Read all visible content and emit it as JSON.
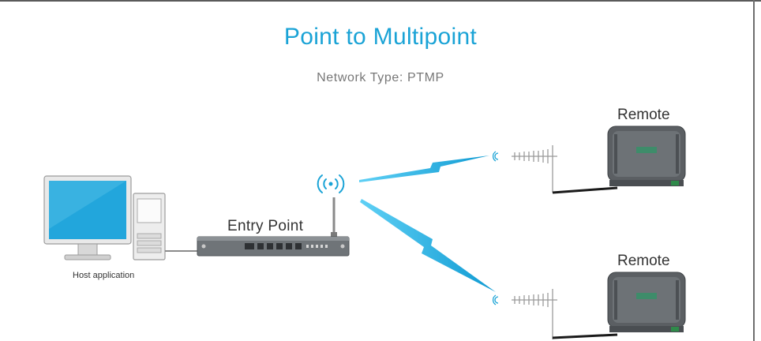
{
  "diagram": {
    "title": "Point to Multipoint",
    "subtitle": "Network Type: PTMP",
    "nodes": {
      "entry_point": "Entry Point",
      "remote_1": "Remote",
      "remote_2": "Remote",
      "host": "Host application"
    },
    "links": [
      {
        "from": "host",
        "to": "entry_point",
        "type": "wired"
      },
      {
        "from": "entry_point",
        "to": "remote_1",
        "type": "wireless"
      },
      {
        "from": "entry_point",
        "to": "remote_2",
        "type": "wireless"
      }
    ],
    "colors": {
      "title": "#1aa3d6",
      "wireless_link": "#16a7dc",
      "monitor_screen": "#21a6dc",
      "radio_body": "#5b5f63",
      "cable": "#1a1a1a"
    }
  }
}
